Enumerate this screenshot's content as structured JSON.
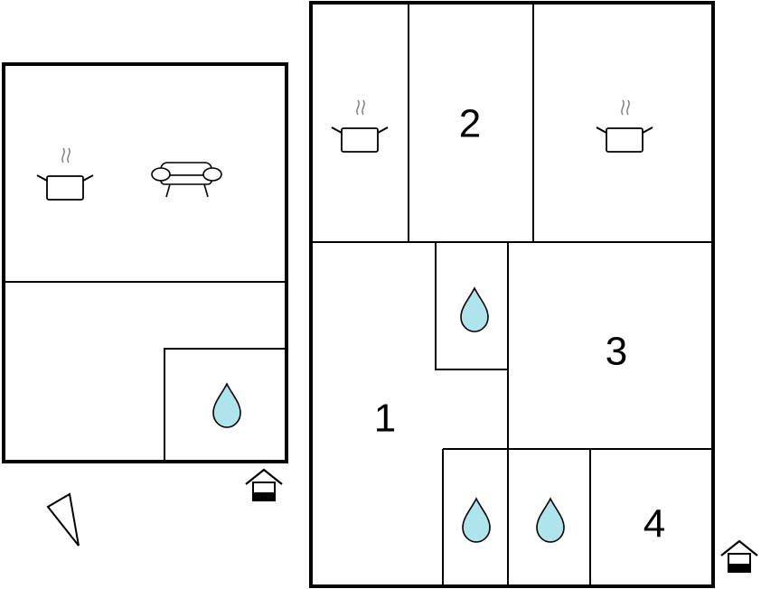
{
  "rooms": [
    {
      "number": "1"
    },
    {
      "number": "2"
    },
    {
      "number": "3"
    },
    {
      "number": "4"
    }
  ],
  "icons": {
    "kitchen": "cooking-pot-icon",
    "living": "sofa-icon",
    "bathroom": "water-drop-icon",
    "entrance": "entrance-house-icon",
    "north": "north-arrow-icon"
  },
  "colors": {
    "water_drop": "#aee4ec",
    "walls": "#000000",
    "steam": "#777777"
  }
}
